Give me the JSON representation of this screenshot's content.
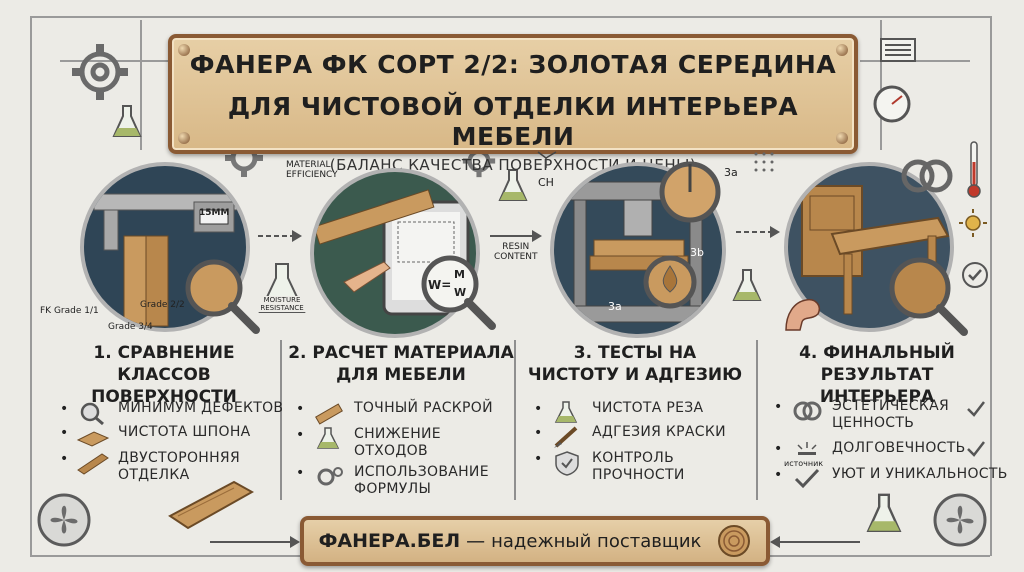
{
  "title": {
    "line1": "ФАНЕРА ФК СОРТ 2/2: ЗОЛОТАЯ СЕРЕДИНА",
    "line2": "ДЛЯ ЧИСТОВОЙ ОТДЕЛКИ ИНТЕРЬЕРА МЕБЕЛИ",
    "subtitle": "(БАЛАНС КАЧЕСТВА ПОВЕРХНОСТИ И ЦЕНЫ)"
  },
  "steps": [
    {
      "title_line1": "1. СРАВНЕНИЕ",
      "title_line2": "КЛАССОВ ПОВЕРХНОСТИ",
      "labels": {
        "caliper": "15MM",
        "grade11": "FK Grade 1/1",
        "grade22": "Grade 2/2",
        "grade34": "Grade 3/4"
      },
      "bullets": [
        {
          "icon": "magnifier-icon",
          "text": "МИНИМУМ ДЕФЕКТОВ"
        },
        {
          "icon": "veneer-board-icon",
          "text": "ЧИСТОТА ШПОНА"
        },
        {
          "icon": "plank-icon",
          "text": "ДВУСТОРОННЯЯ\nОТДЕЛКА"
        }
      ]
    },
    {
      "title_line1": "2. РАСЧЕТ МАТЕРИАЛА",
      "title_line2": "ДЛЯ МЕБЕЛИ",
      "labels": {
        "efficiency": "MATERIAL\nEFFICIENCY",
        "formula_left": "W=",
        "formula_top": "M",
        "formula_bottom": "W",
        "moisture": "MOISTURE\nRESISTANCE"
      },
      "bullets": [
        {
          "icon": "ruler-icon",
          "text": "ТОЧНЫЙ РАСКРОЙ"
        },
        {
          "icon": "flask-icon",
          "text": "СНИЖЕНИЕ\nОТХОДОВ"
        },
        {
          "icon": "gears-icon",
          "text": "ИСПОЛЬЗОВАНИЕ\nФОРМУЛЫ"
        }
      ]
    },
    {
      "title_line1": "3. ТЕСТЫ НА",
      "title_line2": "ЧИСТОТУ И АДГЕЗИЮ",
      "labels": {
        "resin": "RESIN\nCONTENT",
        "ch": "CH",
        "t3a": "3a",
        "t3b": "3b",
        "t3a2": "3a"
      },
      "bullets": [
        {
          "icon": "beaker-icon",
          "text": "ЧИСТОТА РЕЗА"
        },
        {
          "icon": "brush-icon",
          "text": "АДГЕЗИЯ КРАСКИ"
        },
        {
          "icon": "shield-check-icon",
          "text": "КОНТРОЛЬ\nПРОЧНОСТИ"
        }
      ]
    },
    {
      "title_line1": "4. ФИНАЛЬНЫЙ",
      "title_line2": "РЕЗУЛЬТАТ ИНТЕРЬЕРА",
      "bullets": [
        {
          "icon": "rings-icon",
          "text": "ЭСТЕТИЧЕСКАЯ\nЦЕННОСТЬ",
          "check": true
        },
        {
          "icon": "source-icon",
          "text": "ДОЛГОВЕЧНОСТЬ",
          "check": true,
          "caption": "источник"
        },
        {
          "icon": "checkmark-icon",
          "text": "УЮТ И УНИКАЛЬНОСТЬ",
          "check": false
        }
      ]
    }
  ],
  "footer": {
    "brand": "ФАНЕРА.БЕЛ",
    "separator": "—",
    "tagline": "надежный поставщик"
  },
  "colors": {
    "circle_bg": "#2f4556",
    "plate": "#d8b887",
    "plate_border": "#8a5a34",
    "wood": "#c99a5f",
    "background": "#ecebe6"
  }
}
